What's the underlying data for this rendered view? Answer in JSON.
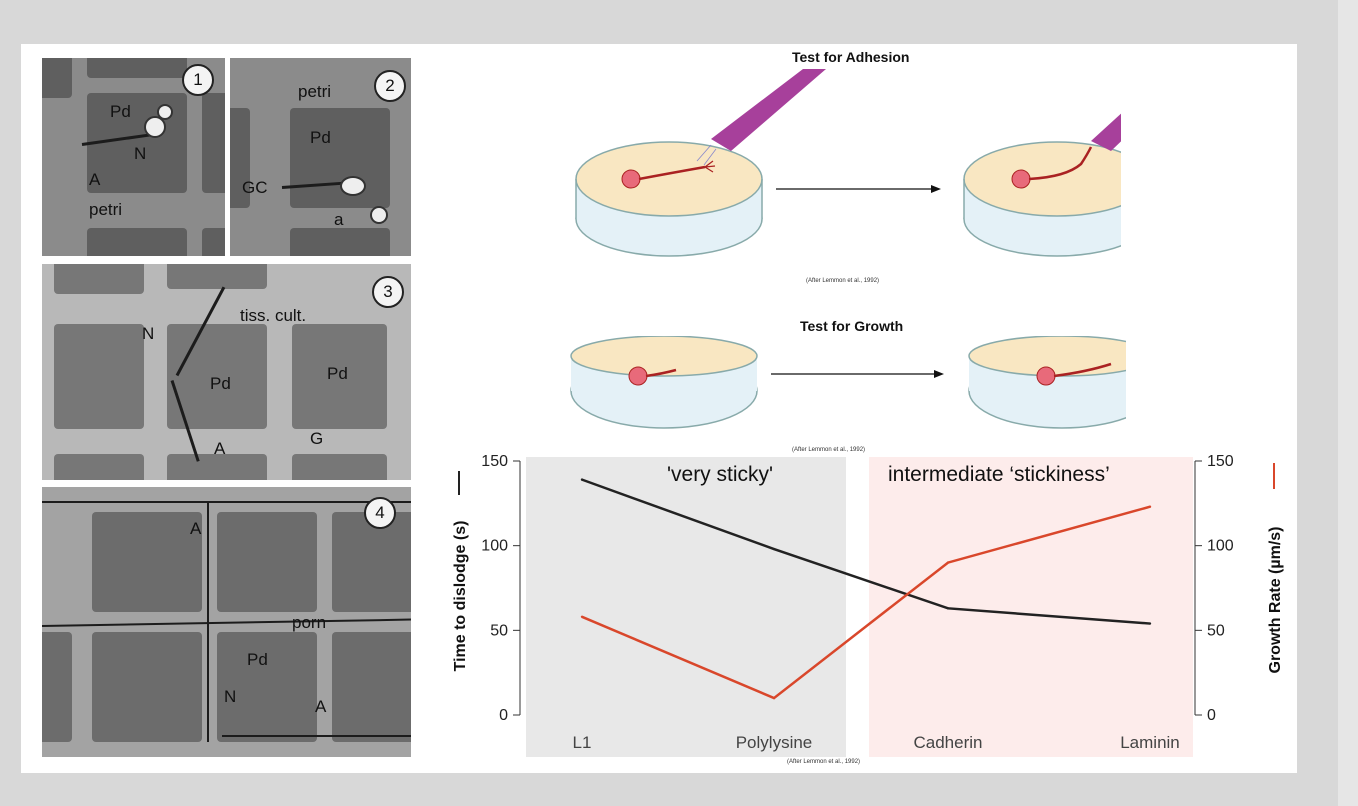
{
  "micrographs": {
    "panel1": {
      "number": "1",
      "labels": [
        "Pd",
        "N",
        "A",
        "petri"
      ]
    },
    "panel2": {
      "number": "2",
      "labels": [
        "petri",
        "Pd",
        "GC",
        "a"
      ]
    },
    "panel3": {
      "number": "3",
      "labels": [
        "tiss. cult.",
        "N",
        "Pd",
        "Pd",
        "A",
        "G"
      ]
    },
    "panel4": {
      "number": "4",
      "labels": [
        "A",
        "porn",
        "Pd",
        "N",
        "A"
      ]
    }
  },
  "adhesion": {
    "title": "Test for Adhesion",
    "citation": "(After Lemmon et al., 1992)"
  },
  "growth": {
    "title": "Test for Growth",
    "citation": "(After Lemmon et al., 1992)"
  },
  "chart_data": {
    "type": "line",
    "categories": [
      "L1",
      "Polylysine",
      "Cadherin",
      "Laminin"
    ],
    "series": [
      {
        "name": "Time to dislodge (s)",
        "color": "#222222",
        "axis": "left",
        "values": [
          139,
          98,
          63,
          54
        ]
      },
      {
        "name": "Growth Rate (µm/s)",
        "color": "#d9472b",
        "axis": "right",
        "values": [
          58,
          10,
          90,
          123
        ]
      }
    ],
    "ylabel": "Time to dislodge (s)",
    "ylabel_right": "Growth Rate (µm/s)",
    "ylim": [
      0,
      150
    ],
    "ylim_right": [
      0,
      150
    ],
    "yticks": [
      0,
      50,
      100,
      150
    ],
    "regions": [
      {
        "label": "'very sticky'",
        "from": "L1",
        "to": "Polylysine",
        "color": "#e8e8e8"
      },
      {
        "label": "intermediate ‘stickiness’",
        "from": "Cadherin",
        "to": "Laminin",
        "color": "#fdeceb"
      }
    ],
    "citation": "(After Lemmon et al., 1992)"
  }
}
